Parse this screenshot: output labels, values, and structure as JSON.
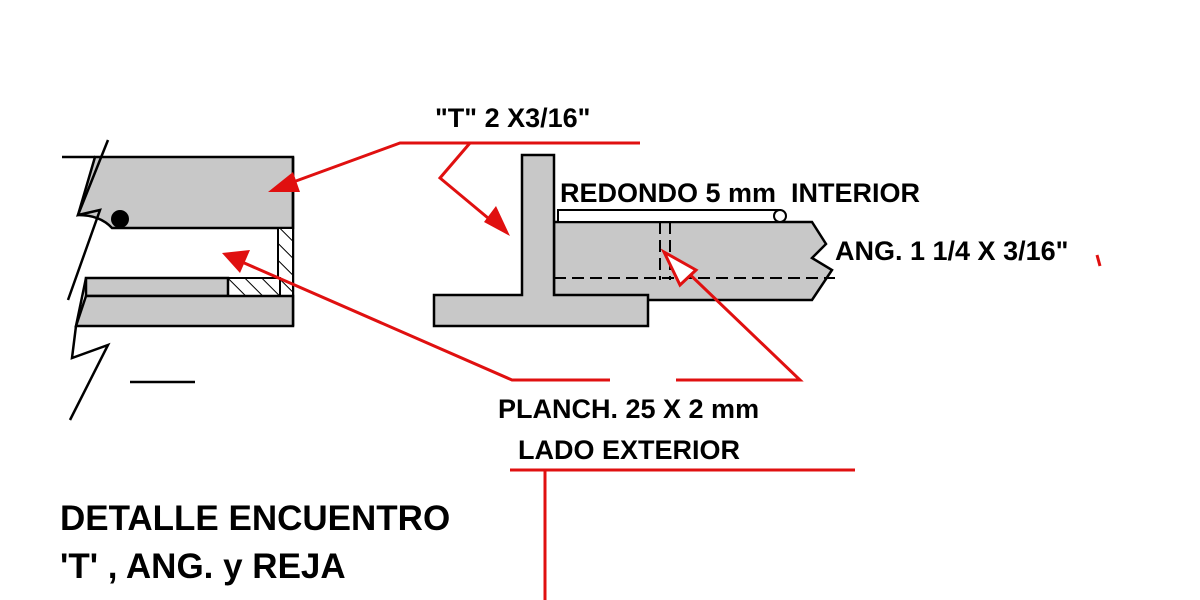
{
  "labels": {
    "t_profile": "\"T\" 2 X3/16\"",
    "round_bar": "REDONDO 5 mm  INTERIOR",
    "angle": "ANG. 1 1/4 X 3/16\"",
    "plate_line1": "PLANCH. 25 X 2 mm",
    "plate_line2": "LADO EXTERIOR"
  },
  "title": {
    "line1": "DETALLE ENCUENTRO",
    "line2": "'T' , ANG. y REJA"
  },
  "colors": {
    "leader": "#e01010",
    "fill": "#c8c8c8",
    "line": "#000000"
  }
}
